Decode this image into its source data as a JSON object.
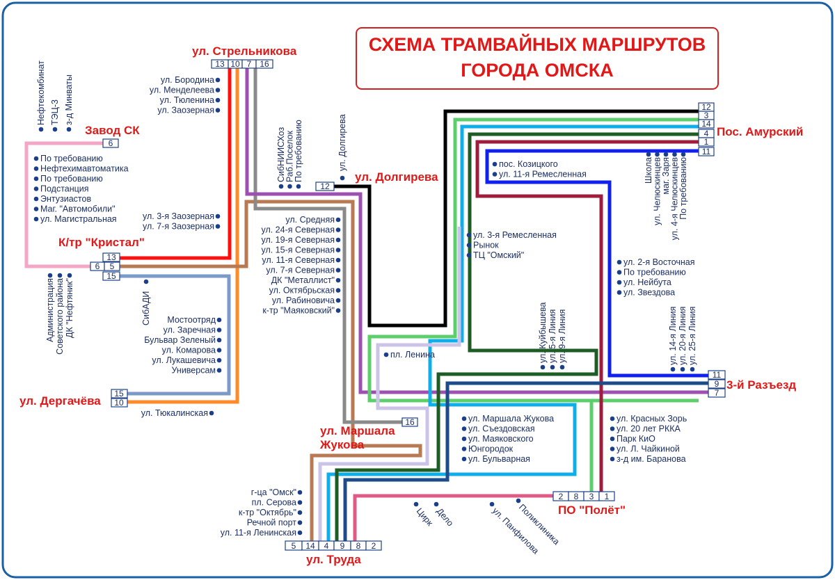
{
  "title": {
    "line1": "СХЕМА ТРАМВАЙНЫХ МАРШРУТОВ",
    "line2": "ГОРОДА ОМСКА"
  },
  "colors": {
    "route_1": "#a01c3c",
    "route_2": "#e05a86",
    "route_3": "#5ccf6c",
    "route_4": "#1d5c24",
    "route_5": "#b87a52",
    "route_6": "#f3a6c6",
    "route_7": "#9e4fb2",
    "route_8": "#ccc4e8",
    "route_9": "#1e4b8a",
    "route_10": "#ff8a2a",
    "route_11": "#1020ee",
    "route_12": "#000000",
    "route_13": "#ff1010",
    "route_14": "#0faee8",
    "route_15": "#7b9ac8",
    "route_16": "#8a8a8a",
    "text": "#1c2f63",
    "terminal": "#e01818",
    "frame": "#1a5fa8"
  },
  "terminals": {
    "strelnikova": "ул. Стрельникова",
    "zavod_sk": "Завод СК",
    "kristal": "К/тр \"Кристал\"",
    "dolgireva": "ул. Долгирева",
    "amursky": "Пос. Амурский",
    "razezd": "3-й Разъезд",
    "dergacheva": "ул. Дергачёва",
    "zhukova": "ул. Маршала Жукова",
    "polet": "ПО \"Полёт\"",
    "truda": "ул. Труда"
  },
  "route_boxes": {
    "strelnikova": [
      "13",
      "10",
      "7",
      "16"
    ],
    "zavod_sk": [
      "6"
    ],
    "kristal_top": [
      "13"
    ],
    "kristal_mid": [
      "6",
      "5"
    ],
    "kristal_bot": [
      "15"
    ],
    "dolgireva": [
      "12"
    ],
    "amursky": [
      "12",
      "3",
      "14",
      "4",
      "1",
      "11"
    ],
    "razezd": [
      "11",
      "9",
      "7"
    ],
    "dergacheva": [
      "15",
      "10"
    ],
    "zhukova": [
      "16"
    ],
    "polet": [
      "2",
      "8",
      "3",
      "1"
    ],
    "truda": [
      "5",
      "14",
      "4",
      "9",
      "8",
      "2"
    ]
  },
  "stops": {
    "strelnikova": [
      "ул. Бородина",
      "ул. Менделеева",
      "ул. Тюленина",
      "ул. Заозерная"
    ],
    "zavod_sk_vertical": [
      "Нефтекомбинат",
      "ТЭЦ-3",
      "з-д Минваты"
    ],
    "zavod_sk_list": [
      "По требованию",
      "Нефтехимавтоматика",
      "По требованию",
      "Подстанция",
      "Энтузиастов",
      "Маг. \"Автомобили\"",
      "ул. Магистральная"
    ],
    "zaozernaya": [
      "ул. 3-я Заозерная",
      "ул. 7-я Заозерная"
    ],
    "dolgireva_vertical": [
      "СибНИИСХоз",
      "Раб.Поселок",
      "По требованию",
      "ул. Долгирева"
    ],
    "severnaya": [
      "ул. Средняя",
      "ул. 24-я Северная",
      "ул. 19-я Северная",
      "ул. 15-я Северная",
      "ул. 11-я Северная",
      "ул. 7-я Северная",
      "ДК \"Металлист\"",
      "ул. Октябрьская",
      "ул. Рабиновича",
      "к-тр \"Маяковский\""
    ],
    "kristal_vertical": [
      "Администрация",
      "Советского района",
      "ДК \"Нефтяник\""
    ],
    "sibadi": "СибАДИ",
    "mostootryad": [
      "Мостоотряд",
      "ул. Заречная",
      "Бульвар Зеленый",
      "ул. Комарова",
      "ул. Лукашевича",
      "Универсам"
    ],
    "tyukalinskaya": "ул. Тюкалинская",
    "kozitskogo": [
      "пос. Козицкого",
      "ул. 11-я Ремесленная"
    ],
    "amursky_vertical": [
      "Школа",
      "ул. Челюскинцев",
      "маг. Заря",
      "ул. 4-я Челюскинцев",
      "По требованию"
    ],
    "remeslennaya": [
      "ул. 3-я Ремесленная",
      "Рынок",
      "ТЦ  \"Омский\""
    ],
    "vostochnaya": [
      "ул. 2-я Восточная",
      "По требованию",
      "ул. Нейбута",
      "ул. Звездова"
    ],
    "kuibysheva_vertical": [
      "ул. Куйбышева",
      "ул. 5-я Линия",
      "ул. 9-я Линия"
    ],
    "liniya_vertical": [
      "ул. 14-я Линия",
      "ул. 20-я Линия",
      "ул. 25-я Линия"
    ],
    "lenina": "пл. Ленина",
    "zhukova_list": [
      "ул. Маршала Жукова",
      "ул. Съездовская",
      "ул. Маяковского",
      "Юнгородок",
      "ул. Бульварная"
    ],
    "krasnykh_zor": [
      "ул. Красных Зорь",
      "ул. 20 лет РККА",
      "Парк КиО",
      "ул. Л. Чайкиной",
      "з-д им. Баранова"
    ],
    "truda_list": [
      "г-ца \"Омск\"",
      "пл. Серова",
      "к-тр \"Октябрь\"",
      "Речной порт",
      "ул. 11-я  Ленинская"
    ],
    "diagonal": [
      "Цирк",
      "Дело",
      "ул. Панфилова",
      "Поликлиника"
    ]
  }
}
